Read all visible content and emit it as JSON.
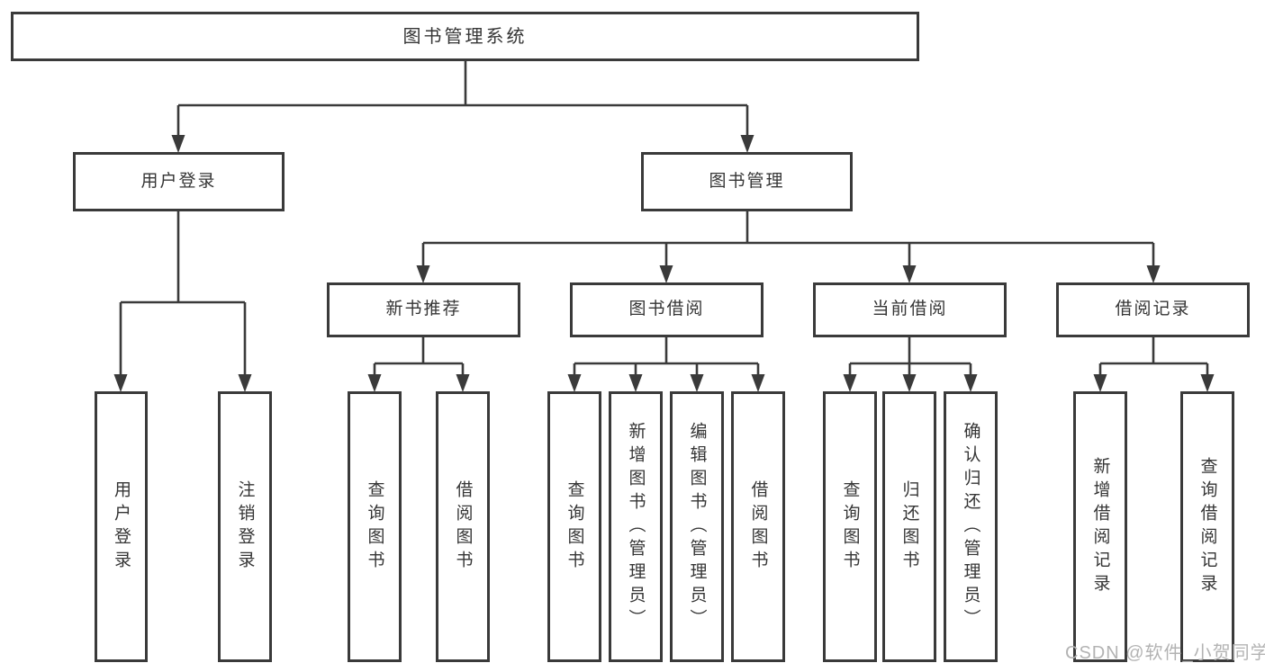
{
  "diagram": {
    "root": {
      "label": "图书管理系统"
    },
    "branches": [
      {
        "label": "用户登录",
        "children": [
          {
            "label": "用户登录"
          },
          {
            "label": "注销登录"
          }
        ]
      },
      {
        "label": "图书管理",
        "children": [
          {
            "label": "新书推荐",
            "children": [
              {
                "label": "查询图书"
              },
              {
                "label": "借阅图书"
              }
            ]
          },
          {
            "label": "图书借阅",
            "children": [
              {
                "label": "查询图书"
              },
              {
                "label": "新增图书（管理员）"
              },
              {
                "label": "编辑图书（管理员）"
              },
              {
                "label": "借阅图书"
              }
            ]
          },
          {
            "label": "当前借阅",
            "children": [
              {
                "label": "查询图书"
              },
              {
                "label": "归还图书"
              },
              {
                "label": "确认归还（管理员）"
              }
            ]
          },
          {
            "label": "借阅记录",
            "children": [
              {
                "label": "新增借阅记录"
              },
              {
                "label": "查询借阅记录"
              }
            ]
          }
        ]
      }
    ]
  },
  "watermark": {
    "text": "CSDN @软件_小贺同学",
    "color": "#b3b3b3"
  },
  "colors": {
    "background": "#ffffff",
    "box_border": "#3a3a3a",
    "connector_line": "#3a3a3a",
    "text": "#353535"
  }
}
